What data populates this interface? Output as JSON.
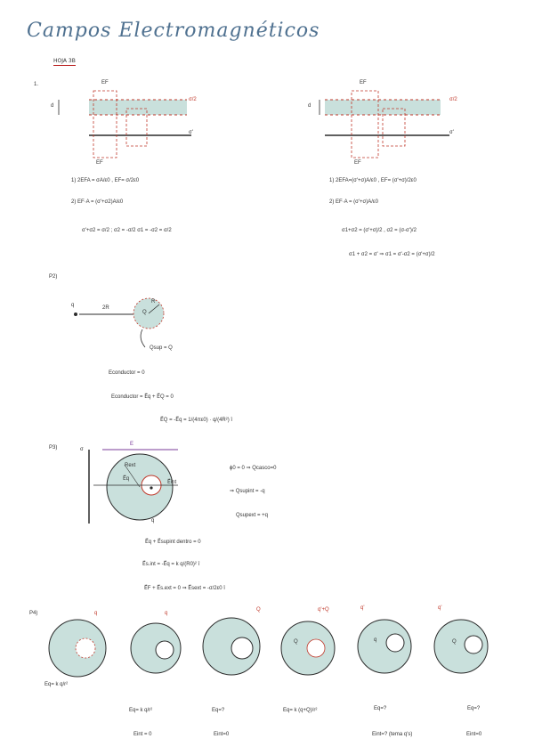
{
  "header": {
    "title": "Campos  Electromagnéticos",
    "subtitle": "HOJA 3B"
  },
  "p1": {
    "label": "1.",
    "left": {
      "top_label": "EF",
      "bottom_label": "EF",
      "d_label": "d",
      "sigma1": "σ/2",
      "sigma2": "σ'",
      "eq1": "1)  2EFA = σA/ε0 , EF= σ/2ε0",
      "eq2": "2)  EF·A = (σ'+σ2)A/ε0",
      "eq3": "σ'+σ2 = σ/2 ; σ2 = -σ/2    σ1 = -σ2 = σ/2"
    },
    "right": {
      "top_label": "EF",
      "bottom_label": "EF",
      "d_label": "d",
      "sigma1": "σ/2",
      "sigma2": "σ'",
      "eq1": "1)  2EFA=(σ'+σ)A/ε0 , EF= (σ'+σ)/2ε0",
      "eq2": "2)  EF·A = (σ'+σ)A/ε0",
      "eq3": "σ1+σ2 = (σ'+σ)/2 ,  σ2 = (σ-σ')/2",
      "eq4": "σ1 + σ2 = σ' ⇒ σ1 = σ'-σ2 = (σ'+σ)/2"
    }
  },
  "p2": {
    "label": "P2)",
    "dist_label": "2R",
    "q_label": "q",
    "Q_label": "Q",
    "R_label": "R",
    "qsup_label": "Qsup = Q",
    "eq1": "Econductor = 0",
    "eq2": "Econductor = E⃗q + E⃗Q = 0",
    "eq3": "E⃗Q = -E⃗q = 1/(4πε0) · q/(4R²) î"
  },
  "p3": {
    "label": "P3)",
    "E_label": "E",
    "sigma_label": "σ",
    "R_label": "Rext",
    "q_label": "q",
    "Eq_label": "E⃗q",
    "Eint_label": "E⃗int",
    "right1": "ϕ0 = 0 ⇒ Qcasco=0",
    "right2": "⇒ Qsupint = -q",
    "right3": "Qsupext = +q",
    "eq1": "E⃗q + E⃗supint dentro = 0",
    "eq2": "E⃗s.int = -E⃗q = k q/(R0)² î",
    "eq3": "E⃗F + E⃗s.ext = 0 ⇒ E⃗sext = -σ/2ε0 î"
  },
  "p4": {
    "label": "P4)",
    "spheres": [
      {
        "tag": "q",
        "Q": "",
        "field_label": "Eq= k q/r²",
        "inner": ""
      },
      {
        "tag": "q",
        "Q": "",
        "field_label": "Eq= k q/r²",
        "inner": "Eint = 0"
      },
      {
        "tag": "Q",
        "Q": "",
        "field_label": "Eq=?",
        "inner": "Eint=0"
      },
      {
        "tag": "q'+Q",
        "Q": "Q",
        "field_label": "Eq= k (q+Q)/r²",
        "inner": ""
      },
      {
        "tag": "q'",
        "Q": "q",
        "field_label": "Eq=?",
        "inner": "Eint=? (tema q's)"
      },
      {
        "tag": "q'",
        "Q": "Q",
        "field_label": "Eq=?",
        "inner": "Eint=0"
      }
    ]
  },
  "colors": {
    "title": "#4f7190",
    "fill": "#c9e0dc",
    "stroke": "#2b2b2b",
    "accent_red": "#c0392b",
    "purple": "#7a3b9a"
  }
}
